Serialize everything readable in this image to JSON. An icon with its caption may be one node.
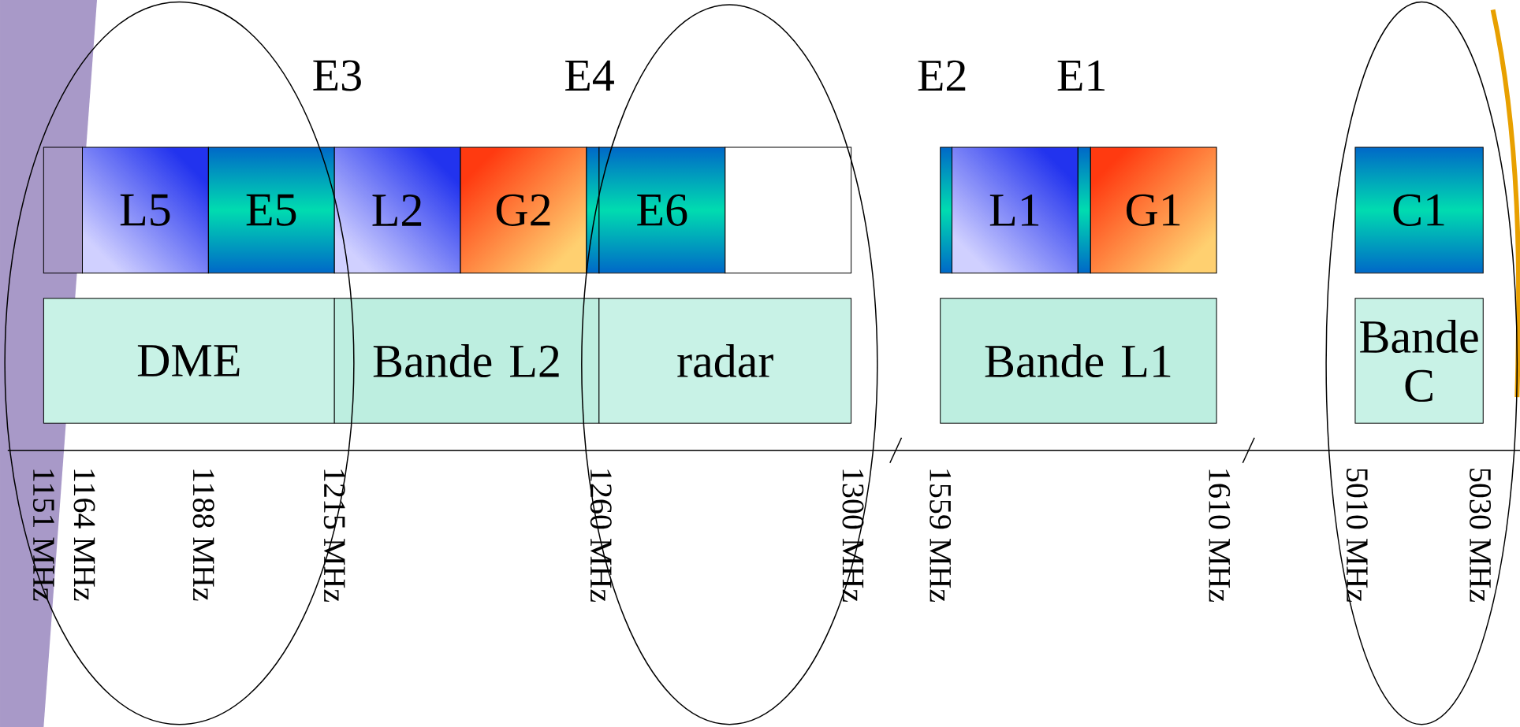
{
  "diagram": {
    "nodes": [
      {
        "text": [],
        "shape": "ellipse"
      },
      {
        "text": [],
        "shape": "ellipse"
      },
      {
        "text": [],
        "shape": "ellipse"
      },
      {
        "text": [],
        "shape": "box",
        "in": 0
      },
      {
        "text": [
          "L5"
        ],
        "in": 0
      },
      {
        "text": [
          "E5"
        ],
        "in": 0
      },
      {
        "text": [
          "L2"
        ]
      },
      {
        "text": [
          "G2"
        ]
      },
      {
        "text": [],
        "shape": "box"
      },
      {
        "text": [
          "E6"
        ],
        "in": 1
      },
      {
        "text": [],
        "shape": "box",
        "in": 1
      },
      {
        "text": [],
        "shape": "box"
      },
      {
        "text": [
          "L1"
        ]
      },
      {
        "text": [],
        "shape": "box"
      },
      {
        "text": [
          "G1"
        ]
      },
      {
        "text": [
          "C1"
        ],
        "in": 2
      },
      {
        "text": [
          "DME"
        ],
        "in": 0
      },
      {
        "text": [
          "Bande L2"
        ]
      },
      {
        "text": [
          "radar"
        ],
        "in": 1
      },
      {
        "text": [
          "Bande L1"
        ]
      },
      {
        "text": [
          "Bande C"
        ],
        "in": 2
      }
    ],
    "labels": [
      "E3",
      "E4",
      "E2",
      "E1",
      "1151 MHz",
      "1164 MHz",
      "1188 MHz",
      "1215 MHz",
      "1260 MHz",
      "1300 MHz",
      "1559 MHz",
      "1610 MHz",
      "5010 MHz",
      "5030 MHz"
    ]
  }
}
